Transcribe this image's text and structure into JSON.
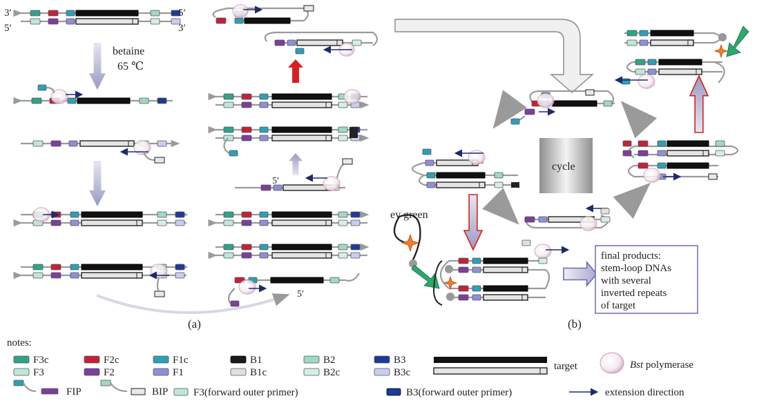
{
  "colors": {
    "F3c": "#2fa38a",
    "F3": "#bfe6da",
    "F2c": "#c4213a",
    "F2": "#7b3f9c",
    "F1c": "#2e9fb8",
    "F1": "#8f8fd8",
    "B1": "#1a1a1a",
    "B1c": "#e0e0e0",
    "B2": "#9ed9c4",
    "B2c": "#d4efe4",
    "B3": "#1d3a9a",
    "B3c": "#c8cdf0",
    "strand": "#9a9a9a",
    "arrow_blue": "#1f2a6b",
    "red_arrow": "#d81e1e",
    "green_arrow": "#2aa86e",
    "star": "#f07d2a",
    "box_border": "#6a6ab8",
    "big_arrow_fill": "#f0f0f0"
  },
  "panel_a": {
    "label": "(a)",
    "left_3prime": "3′",
    "left_5prime": "5′",
    "right_5prime": "5′",
    "right_3prime": "3′",
    "condition_line1": "betaine",
    "condition_line2": "65 ℃",
    "five_prime_mid": "5′",
    "five_prime_bottom": "5′"
  },
  "panel_b": {
    "label": "(b)",
    "cycle_label": "cycle",
    "dye_label": "ev green",
    "final_box": [
      "final products:",
      "stem-loop DNAs",
      "with several",
      "inverted repeats",
      "of target"
    ]
  },
  "notes": {
    "title": "notes:",
    "items": [
      {
        "key": "F3c",
        "label": "F3c"
      },
      {
        "key": "F3",
        "label": "F3"
      },
      {
        "key": "F2c",
        "label": "F2c"
      },
      {
        "key": "F2",
        "label": "F2"
      },
      {
        "key": "F1c",
        "label": "F1c"
      },
      {
        "key": "F1",
        "label": "F1"
      },
      {
        "key": "B1",
        "label": "B1"
      },
      {
        "key": "B1c",
        "label": "B1c"
      },
      {
        "key": "B2",
        "label": "B2"
      },
      {
        "key": "B2c",
        "label": "B2c"
      },
      {
        "key": "B3",
        "label": "B3"
      },
      {
        "key": "B3c",
        "label": "B3c"
      }
    ],
    "target_label": "target",
    "bst_label_italic": "Bst",
    "bst_label_rest": " polymerase",
    "fip_label": "FIP",
    "bip_label": "BIP",
    "f3_primer_label": "F3(forward outer primer)",
    "b3_primer_label": "B3(forward outer primer)",
    "extension_label": "extension direction"
  }
}
